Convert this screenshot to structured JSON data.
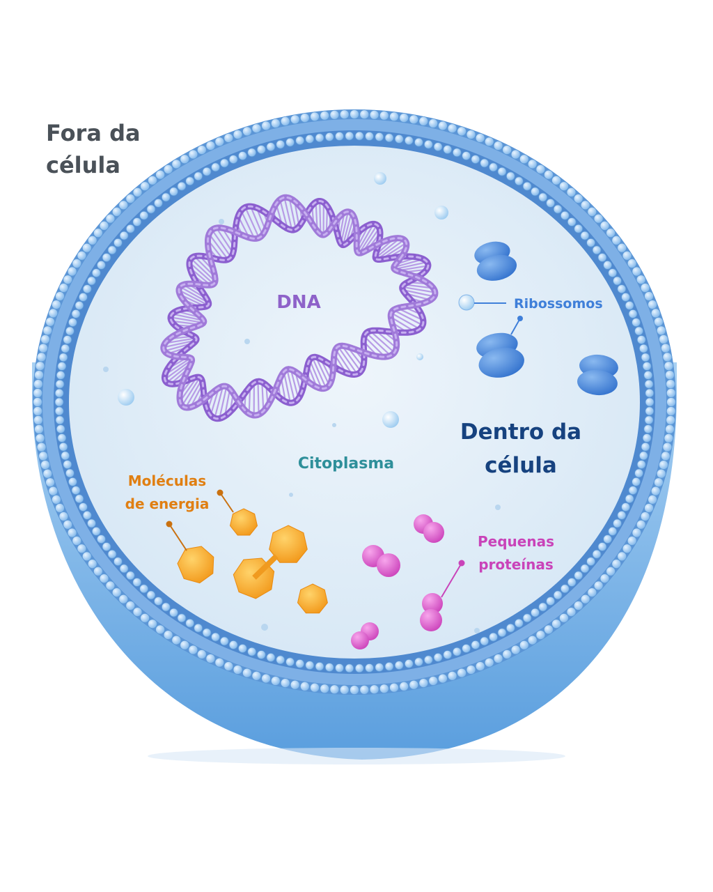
{
  "labels": {
    "outside_line1": "Fora da",
    "outside_line2": "célula",
    "dna": "DNA",
    "ribosomes": "Ribossomos",
    "inside_line1": "Dentro da",
    "inside_line2": "célula",
    "cytoplasm": "Citoplasma",
    "energy_line1": "Moléculas",
    "energy_line2": "de energia",
    "proteins_line1": "Pequenas",
    "proteins_line2": "proteínas"
  },
  "colors": {
    "outside_text": "#4a5158",
    "dna": "#8e62c9",
    "ribosomes": "#3f7fd9",
    "inside_text": "#16427f",
    "cytoplasm": "#2e8f9a",
    "energy": "#e07f12",
    "proteins": "#c943b9",
    "membrane": "#8fc3ef",
    "cytoplasm_fill": "#e4eff9"
  }
}
